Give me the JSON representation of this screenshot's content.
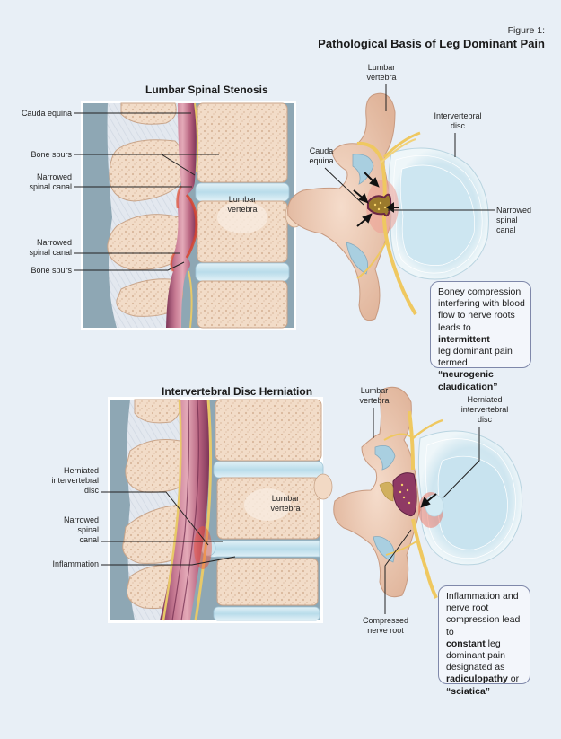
{
  "figure": {
    "number": "Figure 1:",
    "title": "Pathological Basis of Leg Dominant Pain"
  },
  "stenosis": {
    "title": "Lumbar Spinal Stenosis",
    "sagittal_labels": {
      "cauda_equina": "Cauda equina",
      "bone_spurs_top": "Bone spurs",
      "narrowed_canal_top_1": "Narrowed",
      "narrowed_canal_top_2": "spinal canal",
      "narrowed_canal_bottom_1": "Narrowed",
      "narrowed_canal_bottom_2": "spinal canal",
      "bone_spurs_bottom": "Bone spurs",
      "vertebra_1": "Lumbar",
      "vertebra_2": "vertebra"
    },
    "axial_labels": {
      "vertebra_1": "Lumbar",
      "vertebra_2": "vertebra",
      "disc_1": "Intervertebral",
      "disc_2": "disc",
      "cauda_1": "Cauda",
      "cauda_2": "equina",
      "canal_1": "Narrowed",
      "canal_2": "spinal",
      "canal_3": "canal"
    },
    "info": {
      "line1": "Boney compression",
      "line2": "interfering with blood",
      "line3": "flow to nerve roots",
      "line4_pre": "leads to ",
      "line4_bold": "intermittent",
      "line5": "leg dominant pain",
      "line6_pre": "termed ",
      "line6_bold": "“neurogenic",
      "line7_bold": "claudication”"
    }
  },
  "herniation": {
    "title": "Intervertebral Disc Herniation",
    "sagittal_labels": {
      "herniated_1": "Herniated",
      "herniated_2": "intervertebral",
      "herniated_3": "disc",
      "narrowed_1": "Narrowed",
      "narrowed_2": "spinal",
      "narrowed_3": "canal",
      "inflammation": "Inflammation",
      "vertebra_1": "Lumbar",
      "vertebra_2": "vertebra"
    },
    "axial_labels": {
      "vertebra_1": "Lumbar",
      "vertebra_2": "vertebra",
      "herniated_1": "Herniated",
      "herniated_2": "intervertebral",
      "herniated_3": "disc",
      "compressed_1": "Compressed",
      "compressed_2": "nerve root"
    },
    "info": {
      "line1": "Inflammation and",
      "line2": "nerve root",
      "line3": "compression lead to",
      "line4_bold": "constant",
      "line4_post": " leg",
      "line5": "dominant pain",
      "line6": "designated as",
      "line7_bold": "radiculopathy",
      "line7_post": " or",
      "line8_bold": "“sciatica”"
    }
  },
  "colors": {
    "background": "#e8eff6",
    "bone": "#f2d9c4",
    "bone_outline": "#c9a58a",
    "disc": "#c9e4ef",
    "nerve_yellow": "#f0c85a",
    "cord": "#9b4a6a",
    "inflammation": "#e8483a",
    "panel_bg": "#8aa4b2",
    "infobox_border": "#7f88aa"
  }
}
